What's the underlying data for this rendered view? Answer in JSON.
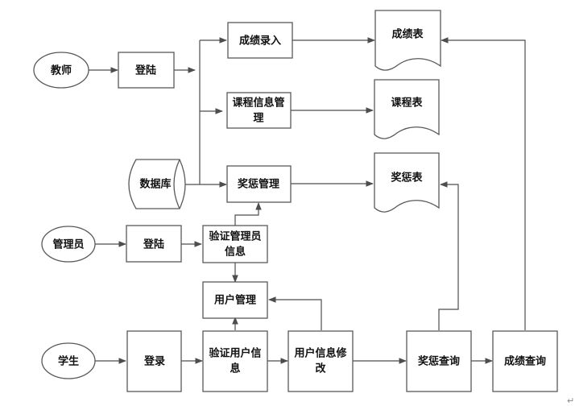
{
  "diagram": {
    "actors": {
      "teacher": "教师",
      "admin": "管理员",
      "student": "学生"
    },
    "database": "数据库",
    "processes": {
      "teacher_login": "登陆",
      "grade_entry": "成绩录入",
      "course_mgmt": [
        "课程信息管",
        "理"
      ],
      "reward_mgmt": "奖惩管理",
      "admin_login": "登陆",
      "verify_admin": [
        "验证管理员",
        "信息"
      ],
      "user_mgmt": "用户管理",
      "student_login": "登录",
      "verify_user": [
        "验证用户信",
        "息"
      ],
      "user_info_edit": [
        "用户信息修",
        "改"
      ],
      "reward_query": "奖惩查询",
      "grade_query": "成绩查询"
    },
    "documents": {
      "grade_table": "成绩表",
      "course_table": "课程表",
      "reward_table": "奖惩表"
    },
    "paragraph_mark": "↵"
  }
}
